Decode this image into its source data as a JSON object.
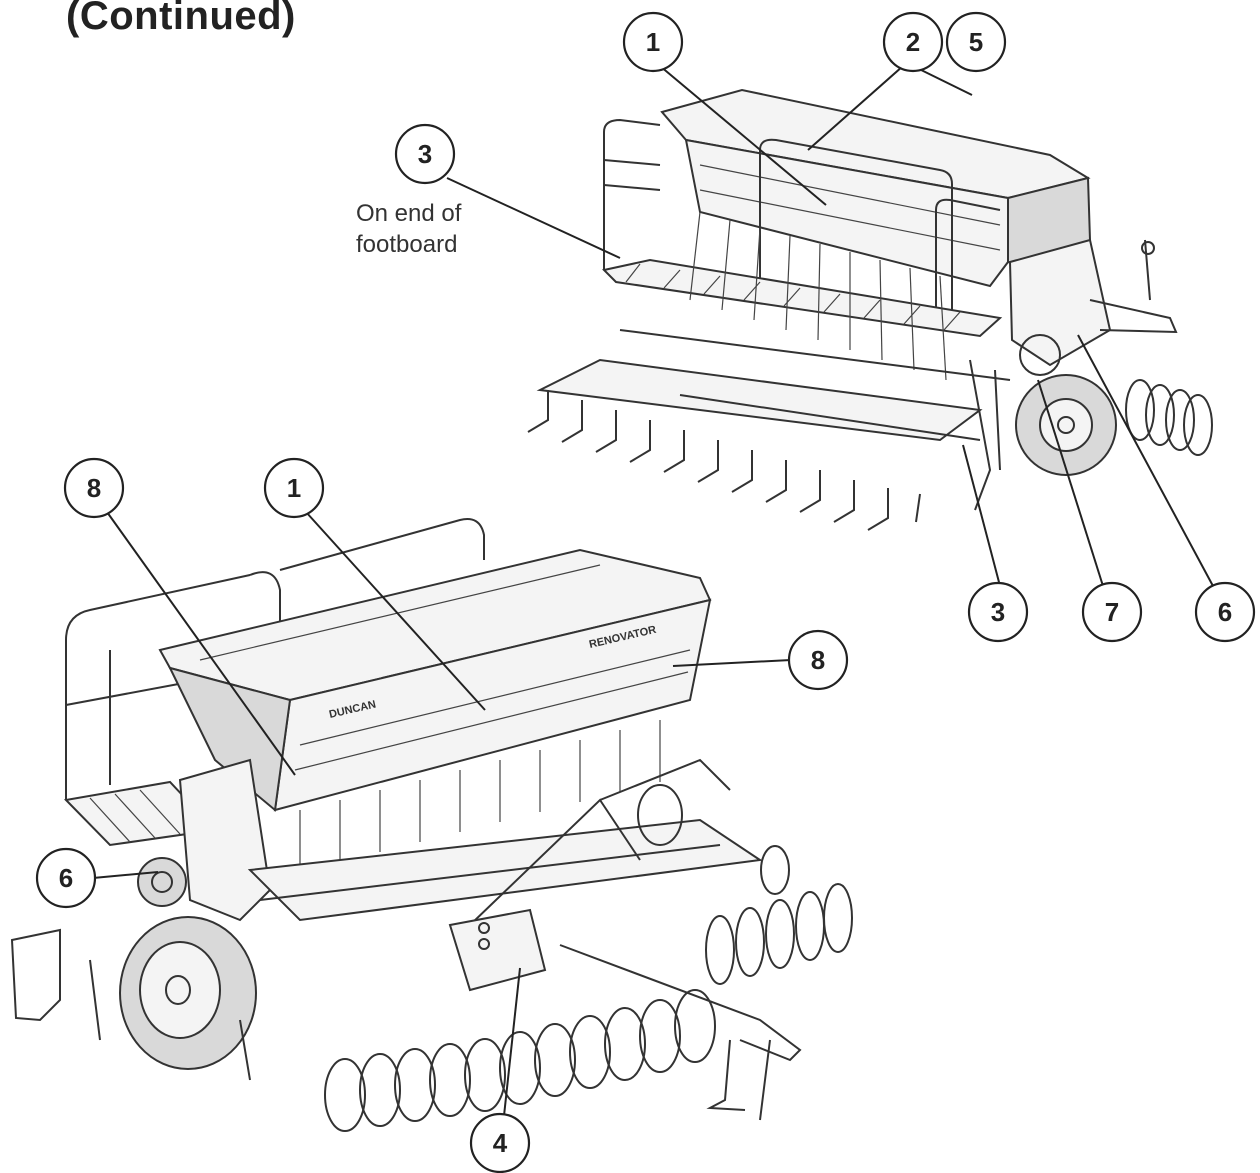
{
  "page": {
    "title": "(Continued)"
  },
  "note": {
    "line1": "On end of",
    "line2": "footboard"
  },
  "labels": {
    "top_1": "1",
    "top_2": "2",
    "top_5": "5",
    "top_3a": "3",
    "top_3b": "3",
    "top_7": "7",
    "top_6": "6",
    "bot_8a": "8",
    "bot_1": "1",
    "bot_8b": "8",
    "bot_6": "6",
    "bot_4": "4"
  },
  "decals": {
    "brand": "DUNCAN",
    "model": "RENOVATOR"
  },
  "colors": {
    "line": "#222222",
    "fill": "#f4f4f4",
    "shade": "#d9d9d9"
  }
}
